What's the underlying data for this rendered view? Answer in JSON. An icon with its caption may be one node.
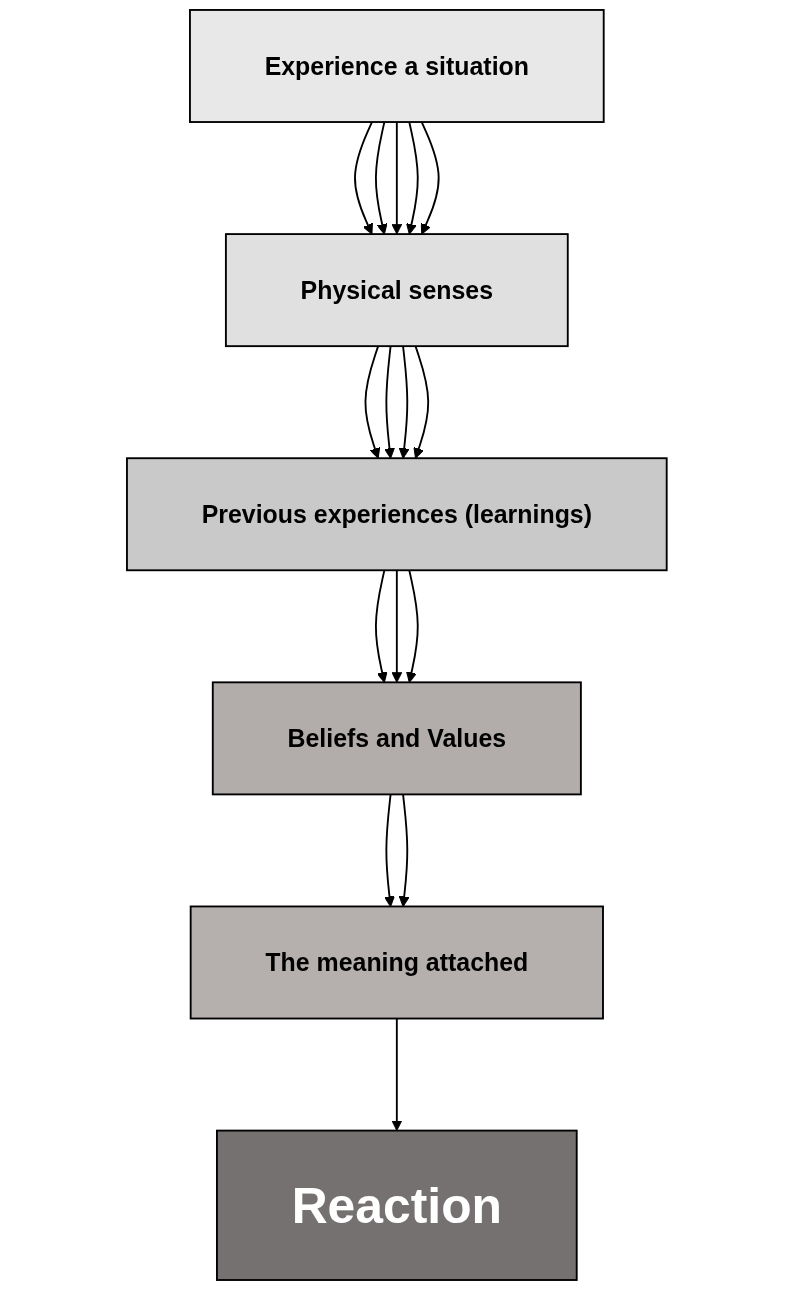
{
  "diagram": {
    "nodes": [
      {
        "text": [
          "Experience a situation"
        ]
      },
      {
        "text": [
          "Physical senses"
        ]
      },
      {
        "text": [
          "Previous experiences (learnings)"
        ]
      },
      {
        "text": [
          "Beliefs and Values"
        ]
      },
      {
        "text": [
          "The meaning attached"
        ]
      },
      {
        "text": [
          "Reaction"
        ]
      }
    ],
    "edges": [
      {
        "from": 0,
        "to": 1,
        "arrow": "to"
      },
      {
        "from": 0,
        "to": 1,
        "arrow": "to"
      },
      {
        "from": 0,
        "to": 1,
        "arrow": "to"
      },
      {
        "from": 0,
        "to": 1,
        "arrow": "to"
      },
      {
        "from": 0,
        "to": 1,
        "arrow": "to"
      },
      {
        "from": 1,
        "to": 2,
        "arrow": "to"
      },
      {
        "from": 1,
        "to": 2,
        "arrow": "to"
      },
      {
        "from": 1,
        "to": 2,
        "arrow": "to"
      },
      {
        "from": 1,
        "to": 2,
        "arrow": "to"
      },
      {
        "from": 2,
        "to": 3,
        "arrow": "to"
      },
      {
        "from": 2,
        "to": 3,
        "arrow": "to"
      },
      {
        "from": 2,
        "to": 3,
        "arrow": "to"
      },
      {
        "from": 3,
        "to": 4,
        "arrow": "to"
      },
      {
        "from": 3,
        "to": 4,
        "arrow": "to"
      },
      {
        "from": 4,
        "to": 5,
        "arrow": "to"
      }
    ]
  }
}
